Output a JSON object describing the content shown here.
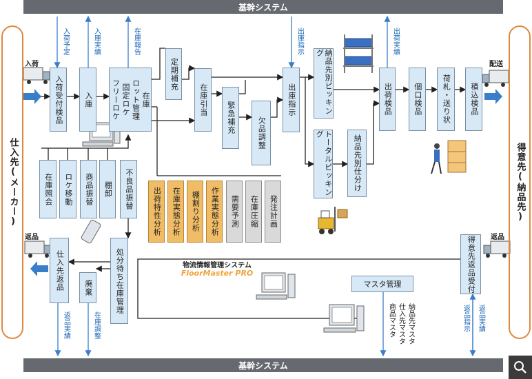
{
  "system_bar": {
    "top_label": "基幹システム",
    "bottom_label": "基幹システム"
  },
  "sides": {
    "left": "仕入先(メーカー)",
    "right": "得意先(納品先)"
  },
  "edge_labels": {
    "nyuka": "入荷",
    "haiso": "配送",
    "henpin_left": "返品",
    "henpin_right": "返品"
  },
  "flow_labels": {
    "nyuka_yotei": "入荷予定",
    "nyuko_jisseki": "入庫実績",
    "zaiko_hokoku": "在庫報告",
    "shukko_shiji": "出庫指示",
    "shukka_jisseki": "出荷実績",
    "henpin_jisseki_left": "返品実績",
    "zaiko_chosei": "在庫調整",
    "henpin_shiji": "返品指示",
    "henpin_jisseki_right": "返品実績"
  },
  "boxes": {
    "nyuka_uketsuke": "入荷受付検品",
    "nyuko": "入庫",
    "zaiko_kanri": "在庫 ロット管理 固定ロケ フリーロケ",
    "zaiko_kanri_lines": [
      "在庫",
      "ロット管理",
      "固定ロケ",
      "フリーロケ"
    ],
    "teiki_hoju": "定期補充",
    "zaiko_hikiate": "在庫引当",
    "kinkyu_hoju": "緊急補充",
    "ketsuhin_chosei": "欠品調整",
    "shukko_shiji": "出庫指示",
    "nohinsaki_picking": "納品先別ピッキング",
    "total_picking": "トータルピッキング",
    "nohinsaki_shiwake": "納品先別仕分け",
    "shukka_kenpin": "出荷検品",
    "koguchi_kenpin": "個口検品",
    "nifuda_okurijo": "荷札・送り状",
    "tsumikomi_kenpin": "積込検品",
    "zaiko_shokai": "在庫照会",
    "roke_ido": "ロケ移動",
    "shohin_furikae": "商品振替",
    "tanaoroshi": "棚卸",
    "furyohin_furikae": "不良品振替",
    "shobun_machi": "処分待ち在庫管理",
    "haiki": "廃棄",
    "shiiresaki_henpin": "仕入先返品",
    "masuta_kanri": "マスタ管理",
    "tokuisaki_henpin": "得意先返品受付"
  },
  "analysis": {
    "orange": [
      "出荷特性分析",
      "在庫実態分析",
      "棚割り分析",
      "作業実態分析"
    ],
    "grey": [
      "需要予測",
      "在庫圧縮",
      "発注計画"
    ]
  },
  "system": {
    "name": "物流情報管理システム",
    "brand": "FloorMaster PRO"
  },
  "masters": [
    "納品先マスタ",
    "仕入先マスタ",
    "商品マスタ"
  ],
  "icons": {
    "zoom": "magnify-icon"
  },
  "colors": {
    "box": "#d7e9f7",
    "orange": "#f1bc66",
    "grey": "#d9d9d9",
    "arrow_blue": "#3a7dc8",
    "bar": "#666a70",
    "side": "#e0893e"
  }
}
